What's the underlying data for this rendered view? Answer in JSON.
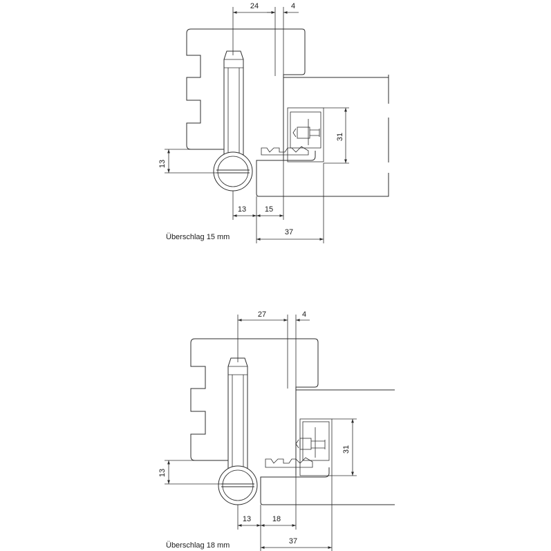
{
  "figures": [
    {
      "caption": "Überschlag 15 mm",
      "dims": {
        "top_left": "24",
        "top_right": "4",
        "left": "13",
        "right": "31",
        "bottom_left": "13",
        "bottom_mid": "15",
        "bottom": "37"
      }
    },
    {
      "caption": "Überschlag 18 mm",
      "dims": {
        "top_left": "27",
        "top_right": "4",
        "left": "13",
        "right": "31",
        "bottom_left": "13",
        "bottom_mid": "18",
        "bottom": "37"
      }
    }
  ]
}
